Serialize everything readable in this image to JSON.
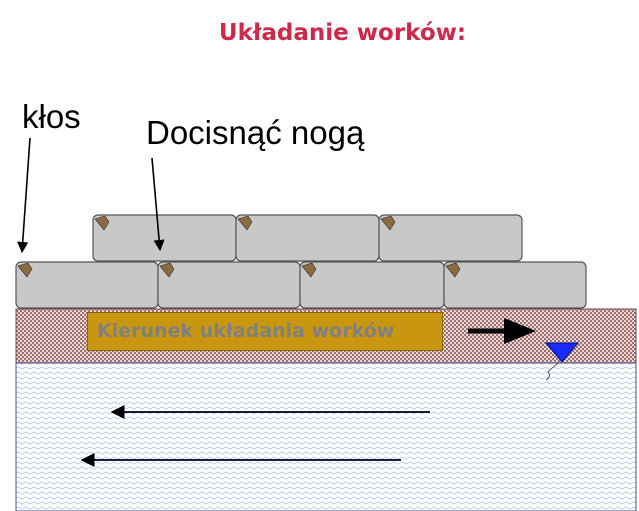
{
  "title": "Układanie worków:",
  "labels": {
    "klos": "kłos",
    "docisnac": "Docisnąć nogą",
    "kierunek": "Kierunek układania worków"
  },
  "colors": {
    "title": "#cc2a4a",
    "bag_fill": "#c8c8c8",
    "dike": "#9a6c6c",
    "label_box": "#c8960f",
    "water_line": "#a0b4e6",
    "water_marker": "#1a2bff"
  },
  "icons": [
    "water-level-icon"
  ]
}
